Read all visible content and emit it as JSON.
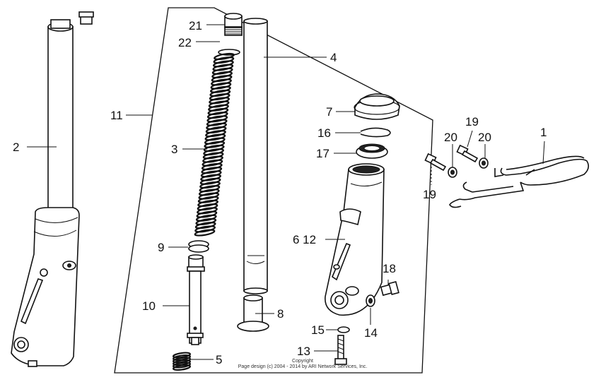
{
  "callouts": [
    {
      "id": "part-2",
      "text": "2"
    },
    {
      "id": "part-11",
      "text": "11"
    },
    {
      "id": "part-21",
      "text": "21"
    },
    {
      "id": "part-22",
      "text": "22"
    },
    {
      "id": "part-3",
      "text": "3"
    },
    {
      "id": "part-9",
      "text": "9"
    },
    {
      "id": "part-10",
      "text": "10"
    },
    {
      "id": "part-5",
      "text": "5"
    },
    {
      "id": "part-4",
      "text": "4"
    },
    {
      "id": "part-8",
      "text": "8"
    },
    {
      "id": "part-7",
      "text": "7"
    },
    {
      "id": "part-16",
      "text": "16"
    },
    {
      "id": "part-17",
      "text": "17"
    },
    {
      "id": "part-6-12",
      "text": "6 12"
    },
    {
      "id": "part-18",
      "text": "18"
    },
    {
      "id": "part-14",
      "text": "14"
    },
    {
      "id": "part-15",
      "text": "15"
    },
    {
      "id": "part-13",
      "text": "13"
    },
    {
      "id": "part-19-top",
      "text": "19"
    },
    {
      "id": "part-20-left",
      "text": "20"
    },
    {
      "id": "part-20-right",
      "text": "20"
    },
    {
      "id": "part-19-bottom",
      "text": "19"
    },
    {
      "id": "part-1",
      "text": "1"
    }
  ],
  "copyright": {
    "line1": "Copyright",
    "line2": "Page design (c) 2004 - 2014 by ARI Network Services, Inc."
  }
}
